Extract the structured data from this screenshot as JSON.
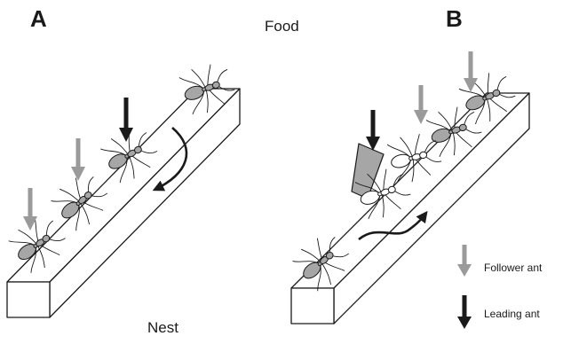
{
  "figure": {
    "panels": [
      {
        "letter": "A"
      },
      {
        "letter": "B"
      }
    ],
    "labels": {
      "food": "Food",
      "nest": "Nest"
    },
    "legend": {
      "follower": {
        "label": "Follower ant",
        "color": "#9a9a9a"
      },
      "leader": {
        "label": "Leading ant",
        "color": "#1a1a1a"
      }
    },
    "colors": {
      "ant_body": "#a6a6a6",
      "ant_outline": "#1a1a1a",
      "beam_face": "#ffffff",
      "beam_outline": "#1a1a1a",
      "obstacle": "#a6a6a6",
      "path_arrow": "#1a1a1a"
    }
  }
}
